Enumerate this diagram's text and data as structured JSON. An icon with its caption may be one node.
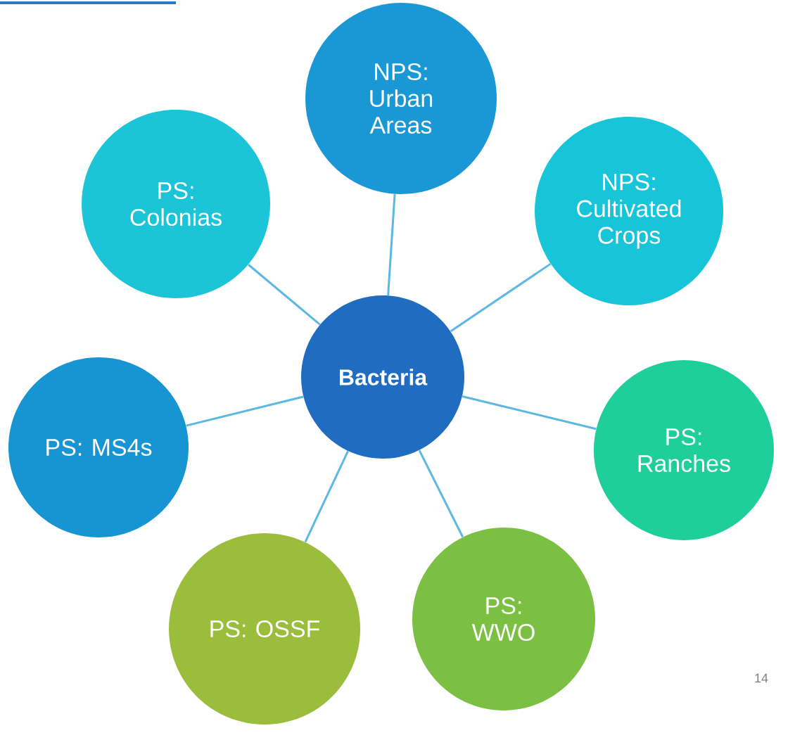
{
  "diagram": {
    "nodes": [
      {
        "text": [
          "Bacteria"
        ]
      },
      {
        "text": [
          "NPS: Urban Areas"
        ]
      },
      {
        "text": [
          "NPS: Cultivated Crops"
        ]
      },
      {
        "text": [
          "PS: Ranches"
        ]
      },
      {
        "text": [
          "PS: WWO"
        ]
      },
      {
        "text": [
          "PS: OSSF"
        ]
      },
      {
        "text": [
          "PS: MS4s"
        ]
      },
      {
        "text": [
          "PS: Colonias"
        ]
      }
    ],
    "edges": [
      {
        "from": 0,
        "to": 1,
        "arrow": "none"
      },
      {
        "from": 0,
        "to": 2,
        "arrow": "none"
      },
      {
        "from": 0,
        "to": 3,
        "arrow": "none"
      },
      {
        "from": 0,
        "to": 4,
        "arrow": "none"
      },
      {
        "from": 0,
        "to": 5,
        "arrow": "none"
      },
      {
        "from": 0,
        "to": 6,
        "arrow": "none"
      },
      {
        "from": 0,
        "to": 7,
        "arrow": "none"
      }
    ],
    "labels": [
      "14"
    ]
  }
}
